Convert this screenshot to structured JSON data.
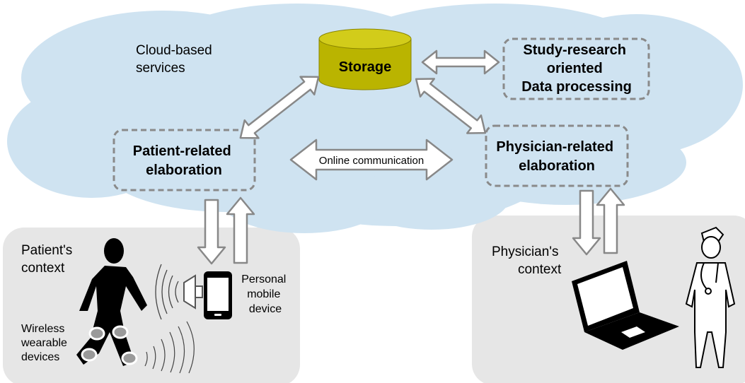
{
  "colors": {
    "cloud": "#cfe3f1",
    "context_panel": "#e6e6e6",
    "storage": "#bab400",
    "arrow_stroke": "#888888",
    "dashed_border": "#8a8a8a"
  },
  "cloud": {
    "label_line1": "Cloud-based",
    "label_line2": "services"
  },
  "storage": {
    "label": "Storage"
  },
  "study": {
    "line1": "Study-research",
    "line2": "oriented",
    "line3": "Data processing"
  },
  "patient_elab": {
    "line1": "Patient-related",
    "line2": "elaboration"
  },
  "physician_elab": {
    "line1": "Physician-related",
    "line2": "elaboration"
  },
  "online": {
    "label": "Online communication"
  },
  "patient_context": {
    "title_line1": "Patient's",
    "title_line2": "context",
    "wearable_line1": "Wireless",
    "wearable_line2": "wearable",
    "wearable_line3": "devices",
    "mobile_line1": "Personal",
    "mobile_line2": "mobile",
    "mobile_line3": "device"
  },
  "physician_context": {
    "title_line1": "Physician's",
    "title_line2": "context"
  },
  "icons": [
    "person-walking-icon",
    "sensor-icon",
    "smartphone-icon",
    "speaker-icon",
    "laptop-icon",
    "doctor-icon"
  ]
}
